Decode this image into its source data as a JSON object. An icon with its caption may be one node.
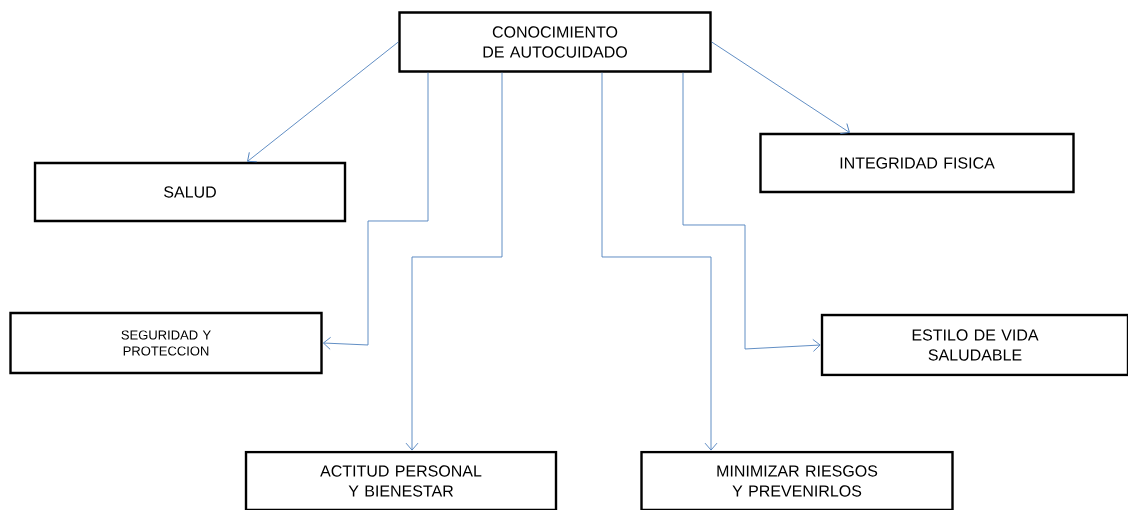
{
  "diagram": {
    "nodes": [
      {
        "text": [
          "CONOCIMIENTO DE AUTOCUIDADO"
        ]
      },
      {
        "text": [
          "SALUD"
        ]
      },
      {
        "text": [
          "INTEGRIDAD FISICA"
        ]
      },
      {
        "text": [
          "SEGURIDAD Y PROTECCION"
        ]
      },
      {
        "text": [
          "ESTILO DE VIDA SALUDABLE"
        ]
      },
      {
        "text": [
          "ACTITUD PERSONAL Y BIENESTAR"
        ]
      },
      {
        "text": [
          "MINIMIZAR RIESGOS Y PREVENIRLOS"
        ]
      }
    ],
    "edges": [
      {
        "from": 0,
        "to": 1,
        "arrow": "to"
      },
      {
        "from": 0,
        "to": 2,
        "arrow": "to"
      },
      {
        "from": 0,
        "to": 3,
        "arrow": "to"
      },
      {
        "from": 0,
        "to": 5,
        "arrow": "to"
      },
      {
        "from": 0,
        "to": 6,
        "arrow": "to"
      },
      {
        "from": 0,
        "to": 4,
        "arrow": "to"
      }
    ]
  }
}
